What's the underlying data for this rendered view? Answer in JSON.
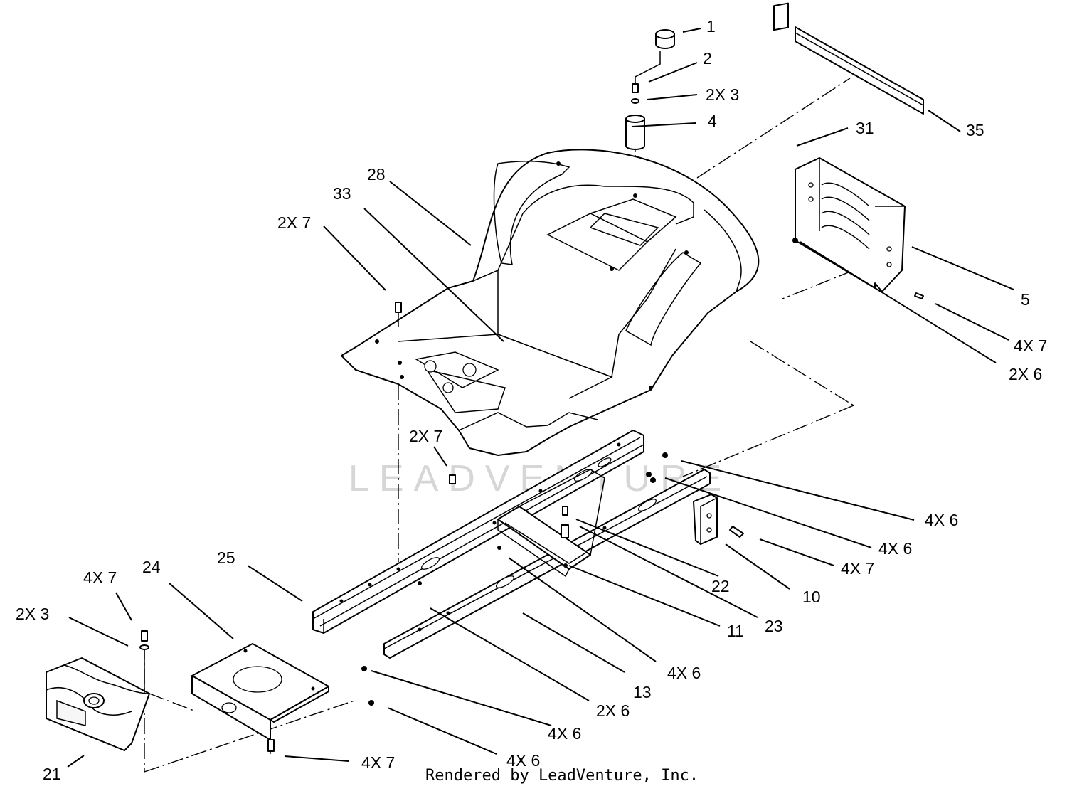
{
  "callouts": [
    {
      "id": "c1",
      "text": "1"
    },
    {
      "id": "c2",
      "text": "2"
    },
    {
      "id": "c3a",
      "text": "2X 3"
    },
    {
      "id": "c4",
      "text": "4"
    },
    {
      "id": "c31",
      "text": "31"
    },
    {
      "id": "c35",
      "text": "35"
    },
    {
      "id": "c28",
      "text": "28"
    },
    {
      "id": "c33",
      "text": "33"
    },
    {
      "id": "c7a",
      "text": "2X 7"
    },
    {
      "id": "c5",
      "text": "5"
    },
    {
      "id": "c7b",
      "text": "4X 7"
    },
    {
      "id": "c6a",
      "text": "2X 6"
    },
    {
      "id": "c7c",
      "text": "2X 7"
    },
    {
      "id": "c6b",
      "text": "4X 6"
    },
    {
      "id": "c6c",
      "text": "4X 6"
    },
    {
      "id": "c7d",
      "text": "4X 7"
    },
    {
      "id": "c10",
      "text": "10"
    },
    {
      "id": "c22",
      "text": "22"
    },
    {
      "id": "c23",
      "text": "23"
    },
    {
      "id": "c11",
      "text": "11"
    },
    {
      "id": "c24",
      "text": "24"
    },
    {
      "id": "c25",
      "text": "25"
    },
    {
      "id": "c7e",
      "text": "4X 7"
    },
    {
      "id": "c3b",
      "text": "2X 3"
    },
    {
      "id": "c6d",
      "text": "4X 6"
    },
    {
      "id": "c13",
      "text": "13"
    },
    {
      "id": "c6e",
      "text": "2X 6"
    },
    {
      "id": "c6f",
      "text": "4X 6"
    },
    {
      "id": "c6g",
      "text": "4X 6"
    },
    {
      "id": "c7f",
      "text": "4X 7"
    },
    {
      "id": "c21",
      "text": "21"
    }
  ],
  "watermark": "LEADVENTURE",
  "credit": "Rendered by LeadVenture, Inc."
}
